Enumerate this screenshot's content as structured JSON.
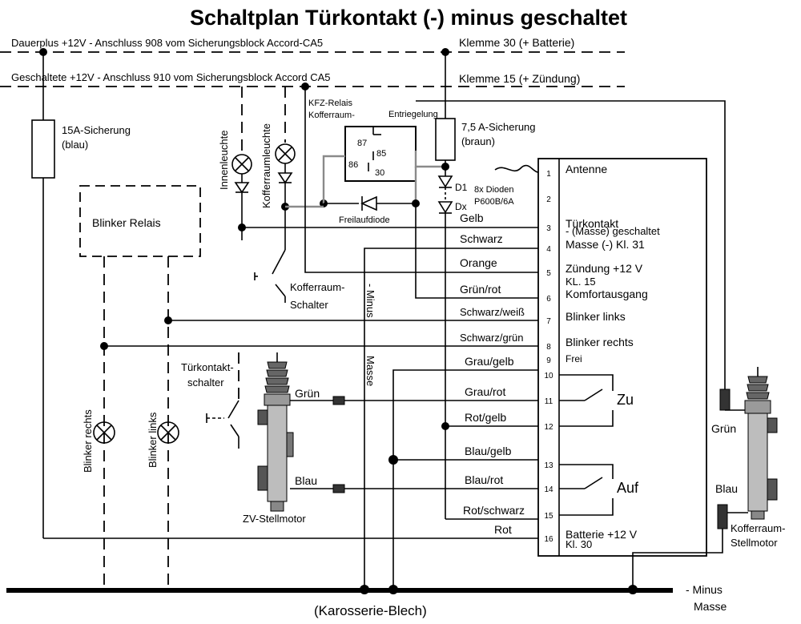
{
  "title": "Schaltplan Türkontakt (-) minus geschaltet",
  "rails": {
    "dauerplus": "Dauerplus +12V - Anschluss 908 vom Sicherungsblock Accord-CA5",
    "klemme30": "Klemme 30 (+ Batterie)",
    "geschaltete": "Geschaltete +12V - Anschluss 910 vom Sicherungsblock Accord CA5",
    "klemme15": "Klemme 15 (+ Zündung)"
  },
  "components": {
    "fuse15": [
      "15A-Sicherung",
      "(blau)"
    ],
    "fuse75": [
      "7,5 A-Sicherung",
      "(braun)"
    ],
    "blinker_relais": "Blinker Relais",
    "innenleuchte": "Innenleuchte",
    "kofferraumleuchte": "Kofferraumleuchte",
    "relay_label": [
      "KFZ-Relais",
      "Kofferraum-"
    ],
    "entriegelung": "Entriegelung",
    "relay_pins": [
      "87",
      "85",
      "86",
      "30"
    ],
    "freilaufdiode": "Freilaufdiode",
    "d1": "D1",
    "dx": "Dx",
    "dioden": [
      "8x Dioden",
      "P600B/6A"
    ],
    "kofferraum_schalter": [
      "Kofferraum-",
      "Schalter"
    ],
    "minus": "- Minus",
    "masse_vertical": "Masse",
    "tuerkontaktschalter": [
      "Türkontakt-",
      "schalter"
    ],
    "gruen_left": "Grün",
    "blau_left": "Blau",
    "zv_stellmotor": "ZV-Stellmotor",
    "blinker_rechts": "Blinker rechts",
    "blinker_links": "Blinker links",
    "gruen_right": "Grün",
    "blau_right": "Blau",
    "kofferraum_stellmotor": [
      "Kofferraum-",
      "Stellmotor"
    ],
    "zu": "Zu",
    "auf": "Auf",
    "karosserie": "(Karosserie-Blech)",
    "minus_masse": [
      "- Minus",
      "Masse"
    ]
  },
  "wire_colors": [
    "Gelb",
    "Schwarz",
    "Orange",
    "Grün/rot",
    "Schwarz/weiß",
    "Schwarz/grün",
    "Grau/gelb",
    "Grau/rot",
    "Rot/gelb",
    "Blau/gelb",
    "Blau/rot",
    "Rot/schwarz",
    "Rot"
  ],
  "module_pins": [
    {
      "num": "1",
      "label": "Antenne"
    },
    {
      "num": "2",
      "label": ""
    },
    {
      "num": "3",
      "label": "Türkontakt"
    },
    {
      "num": "4",
      "label": "Masse (-) Kl. 31"
    },
    {
      "num": "5",
      "label": "Zündung +12 V"
    },
    {
      "num": "6",
      "label": "Komfortausgang"
    },
    {
      "num": "7",
      "label": "Blinker links"
    },
    {
      "num": "8",
      "label": "Blinker rechts"
    },
    {
      "num": "9",
      "label": "Frei"
    },
    {
      "num": "10",
      "label": ""
    },
    {
      "num": "11",
      "label": ""
    },
    {
      "num": "12",
      "label": ""
    },
    {
      "num": "13",
      "label": ""
    },
    {
      "num": "14",
      "label": ""
    },
    {
      "num": "15",
      "label": ""
    },
    {
      "num": "16",
      "label": "Batterie +12 V"
    }
  ],
  "module_extra": {
    "pin3_line2": "- (Masse) geschaltet",
    "pin5_line2": "KL. 15",
    "pin16_line2": "Kl. 30"
  }
}
